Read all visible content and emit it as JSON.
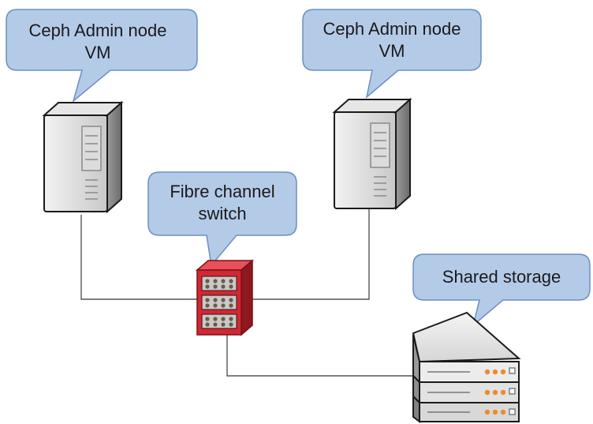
{
  "diagram": {
    "nodes": [
      {
        "id": "admin-vm-left",
        "kind": "tower-server",
        "label_lines": [
          "Ceph Admin node",
          "VM"
        ]
      },
      {
        "id": "admin-vm-right",
        "kind": "tower-server",
        "label_lines": [
          "Ceph Admin node",
          "VM"
        ]
      },
      {
        "id": "fc-switch",
        "kind": "fibre-channel-switch",
        "label_lines": [
          "Fibre channel",
          "switch"
        ]
      },
      {
        "id": "shared-storage",
        "kind": "rack-storage",
        "label_lines": [
          "Shared storage"
        ]
      }
    ],
    "connections": [
      {
        "from": "admin-vm-left",
        "to": "fc-switch"
      },
      {
        "from": "admin-vm-right",
        "to": "fc-switch"
      },
      {
        "from": "fc-switch",
        "to": "shared-storage"
      }
    ],
    "colors": {
      "bubble_fill": "#b4cbe8",
      "bubble_stroke": "#6a8fc4",
      "switch_red": "#d02834",
      "switch_dark": "#8e1820",
      "storage_led": "#f08a2c",
      "line": "#555555"
    }
  }
}
